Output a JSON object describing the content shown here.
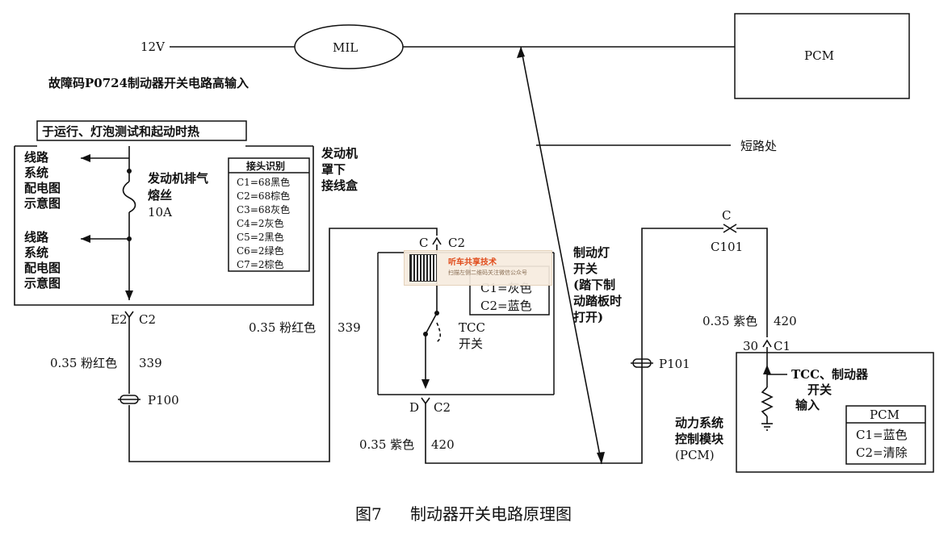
{
  "diagram": {
    "supply_voltage": "12V",
    "mil_label": "MIL",
    "pcm_top_label": "PCM",
    "fault_code_title": "故障码P0724制动器开关电路高输入",
    "hot_condition_label": "于运行、灯泡测试和起动时热",
    "short_label": "短路处",
    "wiring_ref_1": [
      "线路",
      "系统",
      "配电图",
      "示意图"
    ],
    "wiring_ref_2": [
      "线路",
      "系统",
      "配电图",
      "示意图"
    ],
    "fuse_name": [
      "发动机排气",
      "熔丝"
    ],
    "fuse_rating": "10A",
    "underhood_box": [
      "发动机",
      "罩下",
      "接线盒"
    ],
    "connector_id": {
      "title": "接头识别",
      "rows": [
        "C1=68黑色",
        "C2=68棕色",
        "C3=68灰色",
        "C4=2灰色",
        "C5=2黑色",
        "C6=2绿色",
        "C7=2棕色"
      ]
    },
    "connector_e2": "E2",
    "connector_e2_c2": "C2",
    "wire_left_gauge": "0.35 粉红色",
    "wire_left_circuit": "339",
    "splice_p100": "P100",
    "wire_mid_gauge": "0.35 粉红色",
    "wire_mid_circuit": "339",
    "connector_c_top": "C",
    "connector_c2_top": "C2",
    "switch_box_rows": [
      "C1=灰色",
      "C2=蓝色"
    ],
    "tcc_switch": [
      "TCC",
      "开关"
    ],
    "connector_d": "D",
    "connector_d_c2": "C2",
    "wire_bottom_gauge": "0.35 紫色",
    "wire_bottom_circuit": "420",
    "brake_light_switch": [
      "制动灯",
      "开关",
      "(踏下制",
      "动踏板时",
      "打开)"
    ],
    "splice_p101": "P101",
    "connector_c_right": "C",
    "connector_c101": "C101",
    "wire_right_gauge": "0.35 紫色",
    "wire_right_circuit": "420",
    "connector_30": "30",
    "connector_30_c1": "C1",
    "tcc_brake_input": [
      "TCC、制动器",
      "开关",
      "输入"
    ],
    "pcm_module_label": [
      "动力系统",
      "控制模块",
      "(PCM)"
    ],
    "pcm_box": {
      "title": "PCM",
      "rows": [
        "C1=蓝色",
        "C2=清除"
      ]
    },
    "caption_num": "图7",
    "caption_text": "制动器开关电路原理图"
  },
  "watermark": {
    "title": "听车共享技术",
    "subtitle": "扫描左侧二维码关注微信公众号"
  }
}
